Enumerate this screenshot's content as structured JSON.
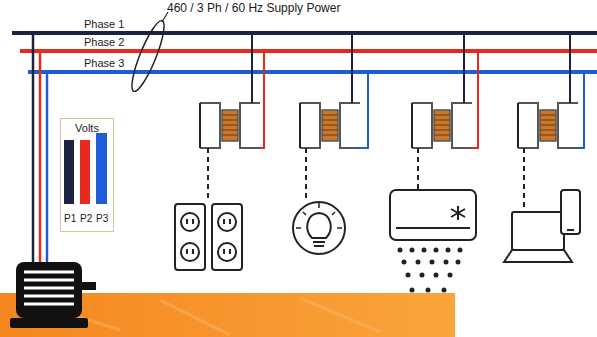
{
  "diagram": {
    "nodes": [
      {
        "text": [
          "Volts",
          "P1",
          "P2",
          "P3"
        ]
      }
    ],
    "labels": [
      "460 / 3 Ph / 60 Hz Supply Power",
      "Phase 1",
      "Phase 2",
      "Phase 3"
    ]
  }
}
